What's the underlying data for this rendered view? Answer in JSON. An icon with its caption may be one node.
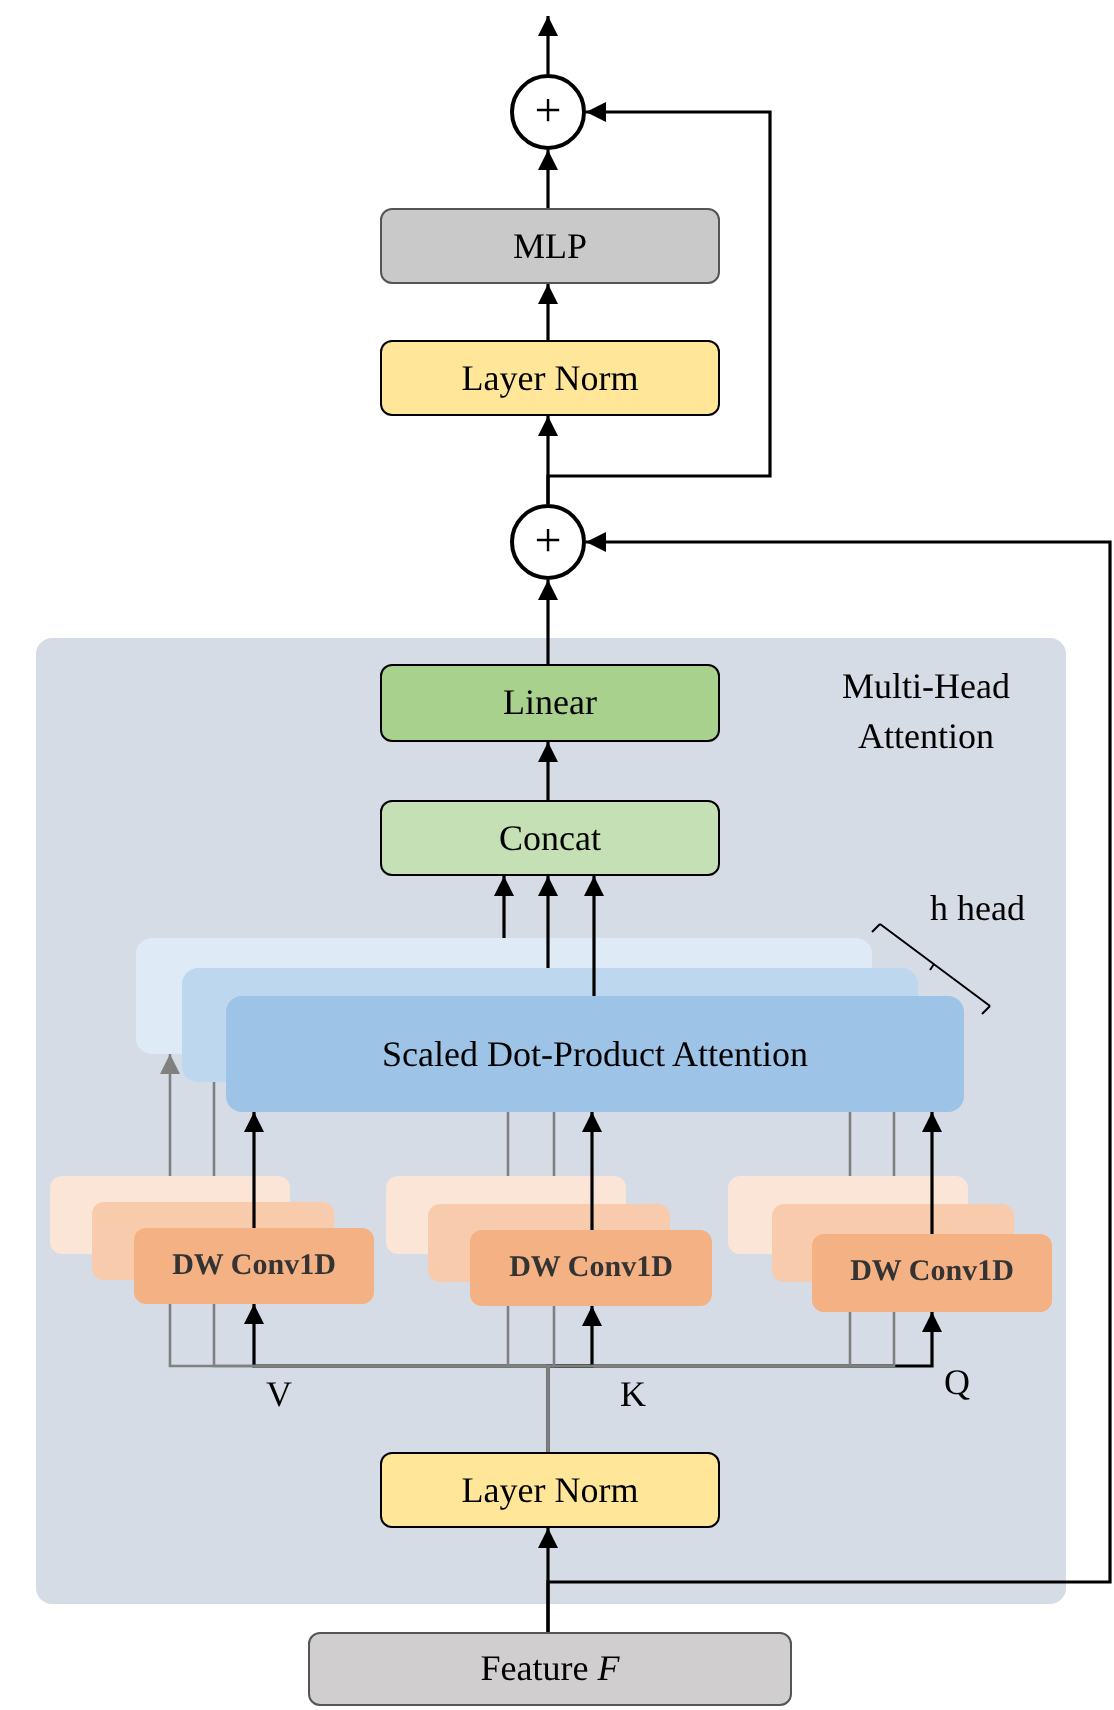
{
  "diagram": {
    "nodes": [
      {
        "text": [
          "Multi-Head Attention"
        ]
      },
      {
        "text": [
          "+"
        ]
      },
      {
        "text": [
          "MLP"
        ]
      },
      {
        "text": [
          "Layer Norm"
        ]
      },
      {
        "text": [
          "+"
        ]
      },
      {
        "text": [
          "Linear"
        ],
        "in": 0
      },
      {
        "text": [
          "Concat"
        ],
        "in": 0
      },
      {
        "text": [
          "Scaled Dot-Product Attention"
        ],
        "in": 0
      },
      {
        "text": [
          "DW Conv1D"
        ],
        "in": 0
      },
      {
        "text": [
          "DW Conv1D"
        ],
        "in": 0
      },
      {
        "text": [
          "DW Conv1D"
        ],
        "in": 0
      },
      {
        "text": [
          "Layer Norm"
        ],
        "in": 0
      },
      {
        "text": [
          "Feature *F*"
        ]
      }
    ],
    "edges": [
      {
        "from": 1,
        "to": null,
        "arrow": "to"
      },
      {
        "from": 2,
        "to": 1,
        "arrow": "to"
      },
      {
        "from": 3,
        "to": 2,
        "arrow": "to"
      },
      {
        "from": 4,
        "to": 3,
        "arrow": "to"
      },
      {
        "from": 4,
        "to": 1,
        "arrow": "to"
      },
      {
        "from": 5,
        "to": 4,
        "arrow": "to"
      },
      {
        "from": 6,
        "to": 5,
        "arrow": "to"
      },
      {
        "from": 7,
        "to": 6,
        "arrow": "to"
      },
      {
        "from": 7,
        "to": 6,
        "arrow": "to"
      },
      {
        "from": 7,
        "to": 6,
        "arrow": "to"
      },
      {
        "from": 8,
        "to": 7,
        "arrow": "to"
      },
      {
        "from": 9,
        "to": 7,
        "arrow": "to"
      },
      {
        "from": 10,
        "to": 7,
        "arrow": "to"
      },
      {
        "from": 11,
        "to": 8,
        "arrow": "to"
      },
      {
        "from": 11,
        "to": 9,
        "arrow": "to"
      },
      {
        "from": 11,
        "to": 10,
        "arrow": "to"
      },
      {
        "from": 12,
        "to": 11,
        "arrow": "to"
      },
      {
        "from": 12,
        "to": 4,
        "arrow": "to"
      },
      {
        "from": 11,
        "to": 8,
        "arrow": "none",
        "color": "#808080"
      },
      {
        "from": 11,
        "to": 8,
        "arrow": "none",
        "color": "#808080"
      },
      {
        "from": 11,
        "to": 9,
        "arrow": "none",
        "color": "#808080"
      },
      {
        "from": 11,
        "to": 9,
        "arrow": "none",
        "color": "#808080"
      },
      {
        "from": 11,
        "to": 10,
        "arrow": "none",
        "color": "#808080"
      },
      {
        "from": 11,
        "to": 10,
        "arrow": "none",
        "color": "#808080"
      },
      {
        "from": 8,
        "to": 7,
        "arrow": "to",
        "color": "#808080"
      },
      {
        "from": 8,
        "to": 7,
        "arrow": "none",
        "color": "#808080"
      },
      {
        "from": 9,
        "to": 7,
        "arrow": "none",
        "color": "#808080"
      },
      {
        "from": 9,
        "to": 7,
        "arrow": "none",
        "color": "#808080"
      },
      {
        "from": 10,
        "to": 7,
        "arrow": "none",
        "color": "#808080"
      },
      {
        "from": 10,
        "to": 7,
        "arrow": "none",
        "color": "#808080"
      }
    ],
    "labels": [
      "h head",
      "V",
      "K",
      "Q"
    ]
  }
}
